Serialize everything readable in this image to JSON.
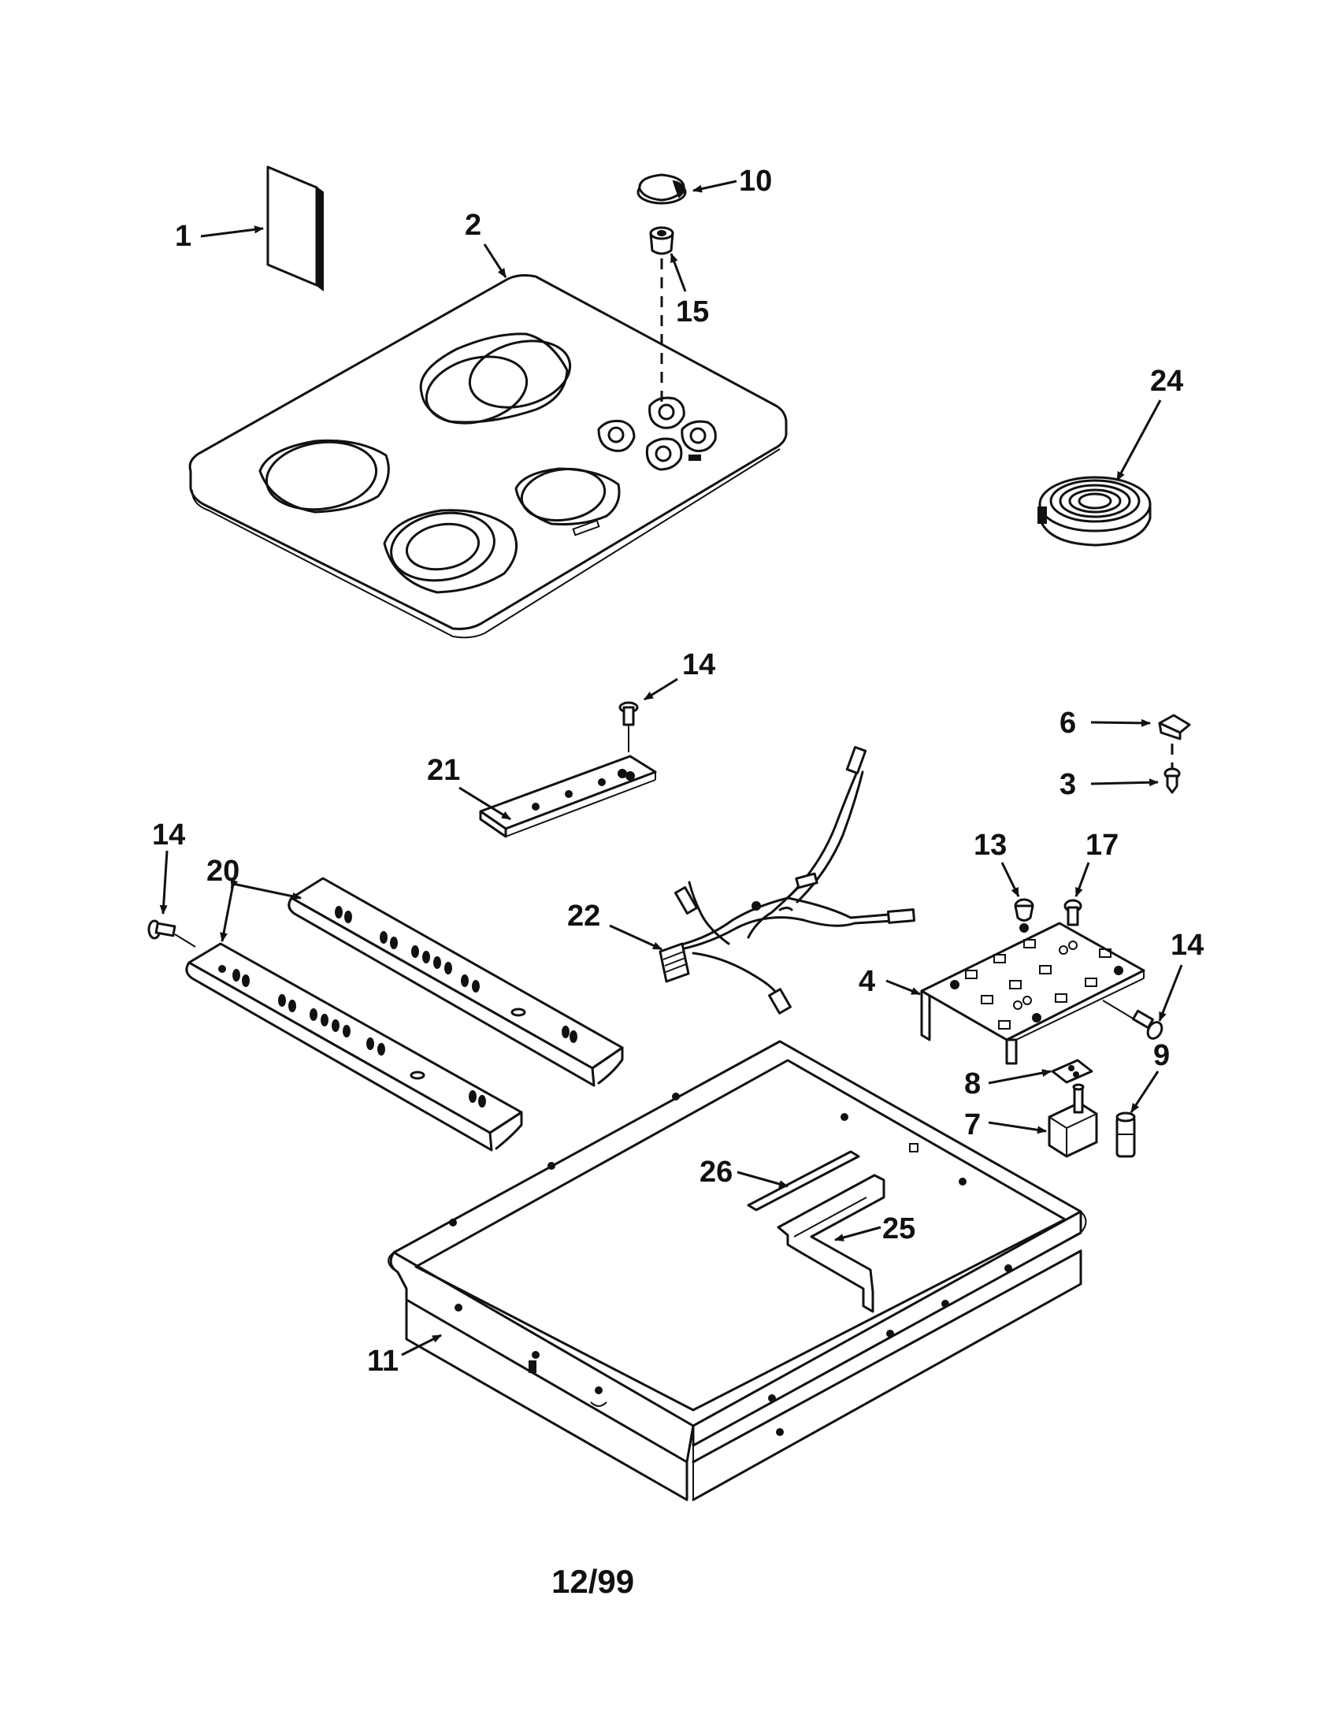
{
  "callouts": [
    {
      "id": "c1",
      "text": "1"
    },
    {
      "id": "c2",
      "text": "2"
    },
    {
      "id": "c10",
      "text": "10"
    },
    {
      "id": "c15",
      "text": "15"
    },
    {
      "id": "c24",
      "text": "24"
    },
    {
      "id": "c14a",
      "text": "14"
    },
    {
      "id": "c21",
      "text": "21"
    },
    {
      "id": "c6",
      "text": "6"
    },
    {
      "id": "c3",
      "text": "3"
    },
    {
      "id": "c14b",
      "text": "14"
    },
    {
      "id": "c20",
      "text": "20"
    },
    {
      "id": "c13",
      "text": "13"
    },
    {
      "id": "c17",
      "text": "17"
    },
    {
      "id": "c22",
      "text": "22"
    },
    {
      "id": "c14c",
      "text": "14"
    },
    {
      "id": "c4",
      "text": "4"
    },
    {
      "id": "c9",
      "text": "9"
    },
    {
      "id": "c8",
      "text": "8"
    },
    {
      "id": "c7",
      "text": "7"
    },
    {
      "id": "c26",
      "text": "26"
    },
    {
      "id": "c25",
      "text": "25"
    },
    {
      "id": "c11",
      "text": "11"
    }
  ],
  "footer": "12/99"
}
